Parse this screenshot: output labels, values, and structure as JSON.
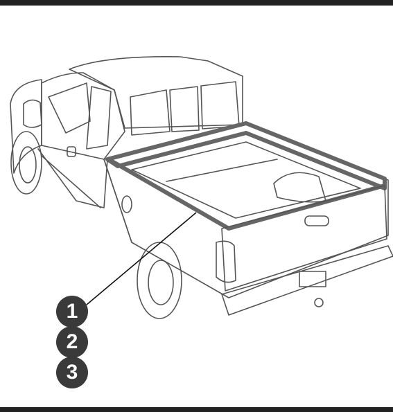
{
  "callouts": [
    {
      "number": "1"
    },
    {
      "number": "2"
    },
    {
      "number": "3"
    }
  ],
  "colors": {
    "bar": "#222222",
    "badge": "#3a3a3a",
    "line": "#555555",
    "rail": "#666666"
  },
  "illustration": "pickup-truck-bed-rail-diagram"
}
